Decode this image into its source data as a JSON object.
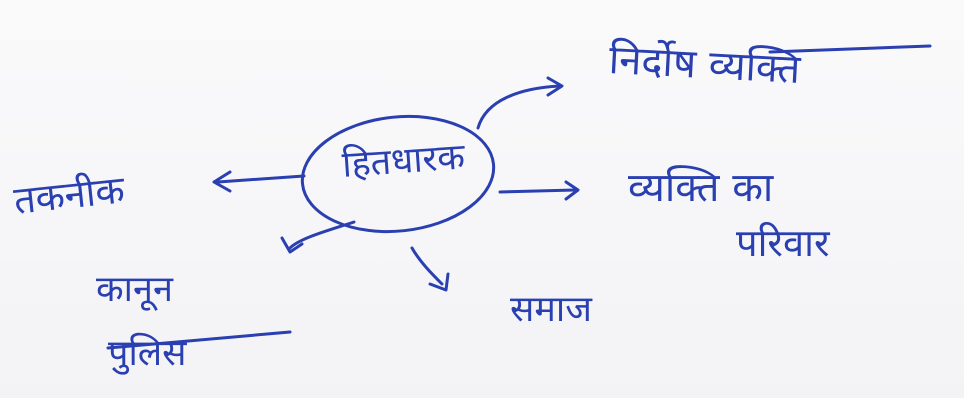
{
  "mindmap": {
    "center": "हितधारक",
    "branches": [
      {
        "label": "निर्दोष व्यक्ति"
      },
      {
        "label": "तकनीक"
      },
      {
        "label": "व्यक्ति का",
        "label2": "परिवार"
      },
      {
        "label": "कानून",
        "label2": "पुलिस"
      },
      {
        "label": "समाज"
      }
    ]
  },
  "colors": {
    "ink": "#2a3fb0",
    "paper": "#f7f7f9"
  }
}
